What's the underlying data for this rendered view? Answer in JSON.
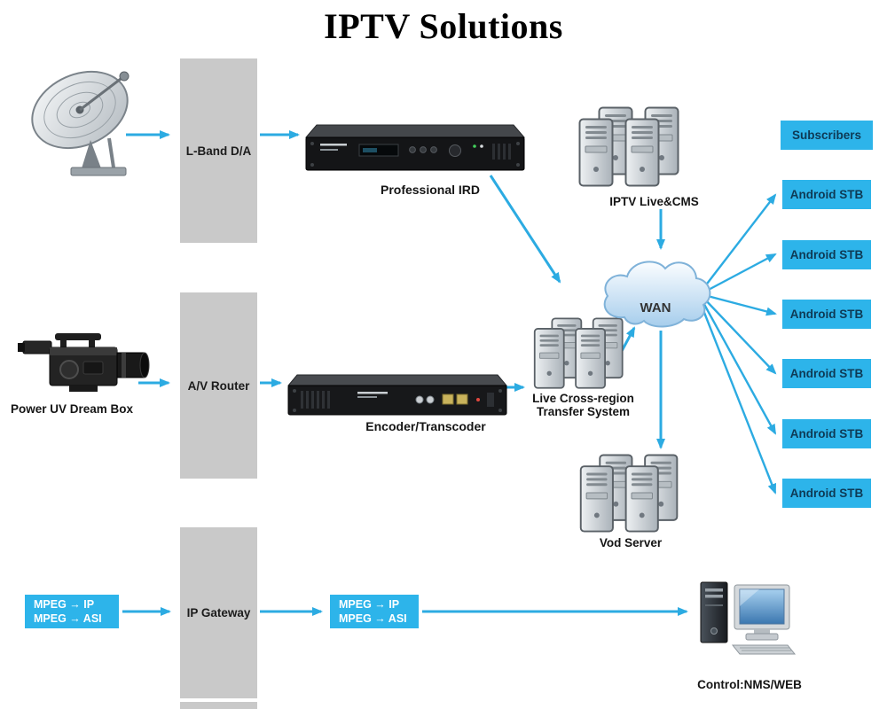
{
  "title": "IPTV Solutions",
  "colors": {
    "accent": "#2cabe2",
    "cyan_box": "#2db4ea",
    "gray_bar": "#c9c9c9"
  },
  "stages": {
    "lband": "L-Band D/A",
    "av_router": "A/V Router",
    "ip_gateway": "IP Gateway"
  },
  "devices": {
    "ird_label": "Professional IRD",
    "encoder_label": "Encoder/Transcoder",
    "camera_label": "Power UV Dream Box",
    "control_label": "Control:NMS/WEB"
  },
  "servers": {
    "cms_label": "IPTV Live&CMS",
    "transfer_line1": "Live Cross-region",
    "transfer_line2": "Transfer System",
    "vod_label": "Vod Server"
  },
  "network": {
    "wan_label": "WAN"
  },
  "endpoints": {
    "subscribers": "Subscribers",
    "stb": [
      "Android STB",
      "Android STB",
      "Android STB",
      "Android STB",
      "Android STB",
      "Android STB"
    ]
  },
  "mpeg": {
    "left_line1": "MPEG → IP",
    "left_line2": "MPEG → ASI",
    "mid_line1": "MPEG → IP",
    "mid_line2": "MPEG → ASI"
  }
}
